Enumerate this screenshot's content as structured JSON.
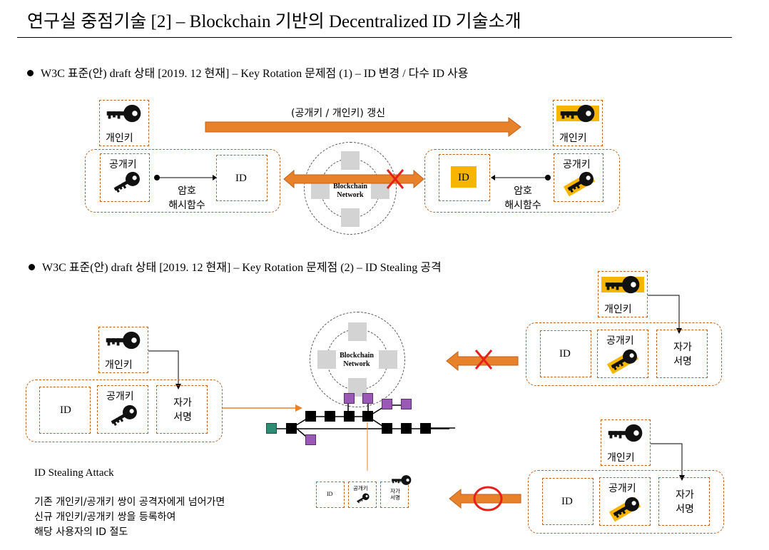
{
  "title": "연구실 중점기술 [2] – Blockchain 기반의 Decentralized ID 기술소개",
  "section1": {
    "heading": "W3C  표준(안)  draft 상태 [2019. 12 현재] – Key Rotation 문제점 (1) – ID 변경 / 다수 ID 사용",
    "renew_label": "(공개키 / 개인키) 갱신",
    "left": {
      "private_key": "개인키",
      "public_key": "공개키",
      "id": "ID",
      "hash_line1": "암호",
      "hash_line2": "해시함수"
    },
    "right": {
      "private_key": "개인키",
      "public_key": "공개키",
      "id": "ID",
      "hash_line1": "암호",
      "hash_line2": "해시함수"
    },
    "network_line1": "Blockchain",
    "network_line2": "Network"
  },
  "section2": {
    "heading": "W3C  표준(안)  draft 상태 [2019. 12 현재] – Key Rotation 문제점 (2) –  ID Stealing 공격",
    "left": {
      "private_key": "개인키",
      "id": "ID",
      "public_key": "공개키",
      "sign_line1": "자가",
      "sign_line2": "서명"
    },
    "right_top": {
      "private_key": "개인키",
      "id": "ID",
      "public_key": "공개키",
      "sign_line1": "자가",
      "sign_line2": "서명"
    },
    "right_bottom": {
      "private_key": "개인키",
      "id": "ID",
      "public_key": "공개키",
      "sign_line1": "자가",
      "sign_line2": "서명"
    },
    "network_line1": "Blockchain",
    "network_line2": "Network",
    "mini": {
      "id": "ID",
      "public_key": "공개키",
      "sign_line1": "자가",
      "sign_line2": "서명"
    },
    "attack_title": "ID  Stealing Attack",
    "attack_desc": [
      "기존 개인키/공개키 쌍이 공격자에게 넘어가면",
      "신규 개인키/공개키 쌍을 등록하여",
      "해당 사용자의 ID 절도"
    ]
  },
  "colors": {
    "arrow": "#e8822a",
    "dashed": "#c0601b",
    "highlight": "#f7b500",
    "cross": "#e8201a",
    "purple": "#9b59b6",
    "teal": "#2e8b74"
  },
  "icons": [
    "key-icon",
    "cross-icon",
    "circle-icon",
    "bullet-icon"
  ]
}
